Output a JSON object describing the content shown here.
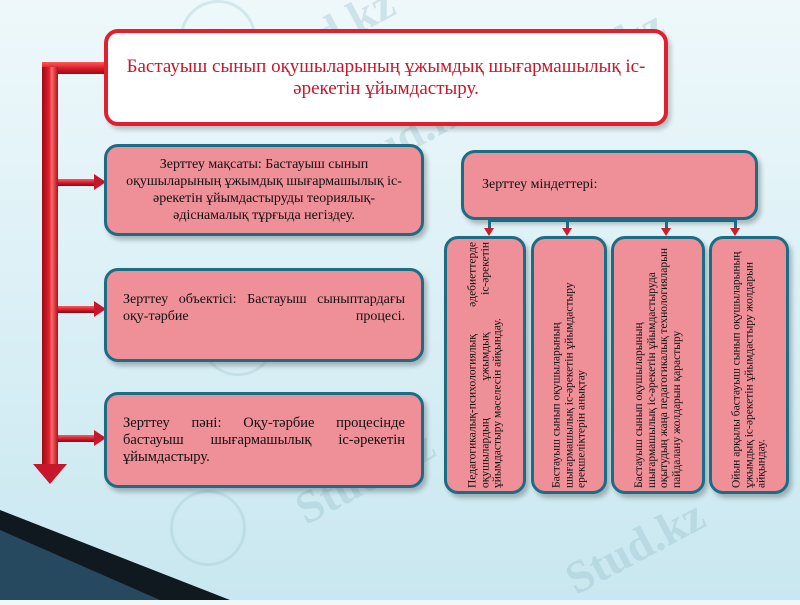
{
  "title": "Бастауыш сынып оқушыларының ұжымдық шығармашылық іс-әрекетін ұйымдастыру.",
  "left_boxes": [
    {
      "text": "Зерттеу мақсаты: Бастауыш сынып оқушыларының ұжымдық шығармашылық іс-әрекетін ұйымдастыруды теориялық-әдіснамалық тұрғыда негіздеу."
    },
    {
      "text": "Зерттеу объектісі: Бастауыш сыныптардағы оқу-тәрбие процесі."
    },
    {
      "text": "Зерттеу пәні: Оқу-тәрбие процесінде бастауыш шығармашылық іс-әрекетін ұйымдастыру."
    }
  ],
  "tasks_header": "Зерттеу міндеттері:",
  "tasks": [
    {
      "text": "Педагогикалық-психологиялық әдебиеттерде оқушылардың ұжымдық іс-әрекетін ұйымдастыру мәселесін айқындау."
    },
    {
      "text": "Бастауыш сынып оқушыларының шығармашылық іс-әрекетін ұйымдастыру ерекшеліктерін анықтау"
    },
    {
      "text": "Бастауыш сынып оқушыларының шығармашылық іс-әрекетін ұйымдастыруда оқытудың жаңа педагогикалық технологияларын пайдалану жолдарын қарастыру"
    },
    {
      "text": "Ойын арқылы бастауыш сынып оқушыларының ұжымдық іс-әрекетін ұйымдастыру жолдарын айқындау."
    }
  ],
  "watermark": "Stud.kz",
  "colors": {
    "box_fill": "#ef8f98",
    "box_border": "#1b6d86",
    "title_border": "#e0202e",
    "title_text": "#c8162a",
    "arrow": "#c8162a"
  }
}
